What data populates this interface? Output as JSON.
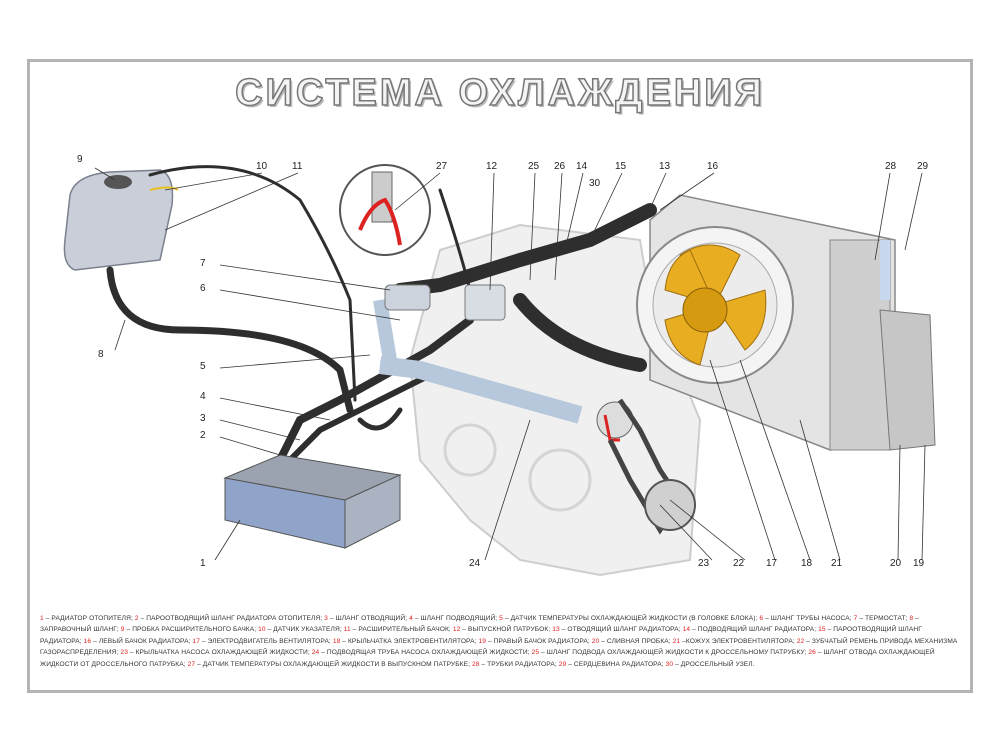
{
  "title": "СИСТЕМА ОХЛАЖДЕНИЯ",
  "callouts": [
    "1",
    "2",
    "3",
    "4",
    "5",
    "6",
    "7",
    "8",
    "9",
    "10",
    "11",
    "12",
    "13",
    "14",
    "15",
    "16",
    "17",
    "18",
    "19",
    "20",
    "21",
    "22",
    "23",
    "24",
    "25",
    "26",
    "27",
    "28",
    "29",
    "30"
  ],
  "legend": [
    {
      "n": "1",
      "t": " – Радиатор отопителя; "
    },
    {
      "n": "2",
      "t": " – Пароотводящий шланг радиатора отопителя; "
    },
    {
      "n": "3",
      "t": " – Шланг отводящий; "
    },
    {
      "n": "4",
      "t": " – Шланг подводящий; "
    },
    {
      "n": "5",
      "t": " – Датчик температуры охлаждающей жидкости (в головке блока); "
    },
    {
      "n": "6",
      "t": " – Шланг трубы насоса; "
    },
    {
      "n": "7",
      "t": " – Термостат; "
    },
    {
      "n": "8",
      "t": " – Заправочный шланг; "
    },
    {
      "n": "9",
      "t": " – Пробка расширительного бачка; "
    },
    {
      "n": "10",
      "t": " – Датчик указателя; "
    },
    {
      "n": "11",
      "t": " – Расширительный бачок; "
    },
    {
      "n": "12",
      "t": " – Выпускной патрубок; "
    },
    {
      "n": "13",
      "t": " – Отводящий шланг радиатора; "
    },
    {
      "n": "14",
      "t": " – Подводящий шланг радиатора; "
    },
    {
      "n": "15",
      "t": " – Пароотводящий шланг радиатора; "
    },
    {
      "n": "16",
      "t": " – Левый бачок радиатора; "
    },
    {
      "n": "17",
      "t": " – Электродвигатель вентилятора; "
    },
    {
      "n": "18",
      "t": " – Крыльчатка электровентилятора; "
    },
    {
      "n": "19",
      "t": " – Правый бачок радиатора; "
    },
    {
      "n": "20",
      "t": " – Сливная пробка; "
    },
    {
      "n": "21",
      "t": " –Кожух электровентилятора; "
    },
    {
      "n": "22",
      "t": " – Зубчатый ремень привода механизма газораспределения; "
    },
    {
      "n": "23",
      "t": " – Крыльчатка насоса охлаждающей жидкости; "
    },
    {
      "n": "24",
      "t": " – Подводящая труба насоса охлаждающей жидкости; "
    },
    {
      "n": "25",
      "t": " – Шланг подвода охлаждающей жидкости к дроссельному патрубку; "
    },
    {
      "n": "26",
      "t": " – Шланг отвода охлаждающей жидкости от дроссельного патрубка; "
    },
    {
      "n": "27",
      "t": " – Датчик температуры охлаждающей жидкости в выпускном патрубке; "
    },
    {
      "n": "28",
      "t": " – Трубки радиатора; "
    },
    {
      "n": "29",
      "t": " – Сердцевина радиатора; "
    },
    {
      "n": "30",
      "t": " – Дроссельный узел."
    }
  ]
}
